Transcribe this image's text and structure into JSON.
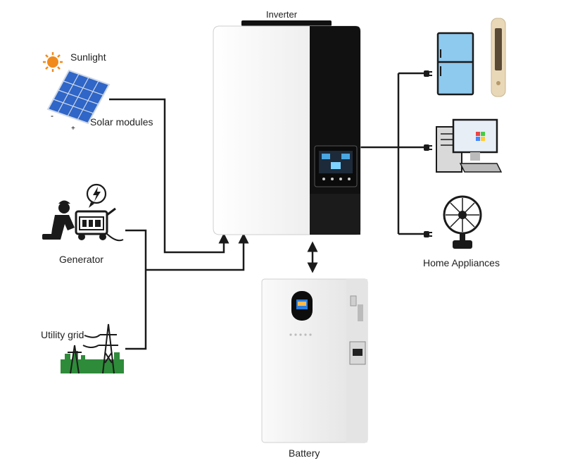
{
  "labels": {
    "inverter": "Inverter",
    "sunlight": "Sunlight",
    "solar_modules": "Solar modules",
    "generator": "Generator",
    "utility_grid": "Utility grid",
    "battery": "Battery",
    "home_appliances": "Home Appliances"
  },
  "colors": {
    "line": "#1a1a1a",
    "inverter_body": "#f4f4f4",
    "inverter_panel": "#111111",
    "solar_blue": "#2f66c8",
    "fridge_blue": "#8ec9ee",
    "grass_green": "#2e8b3a",
    "battery_body": "#f3f3f3"
  },
  "icons": [
    "sun-icon",
    "solar-panel-icon",
    "generator-icon",
    "lightning-icon",
    "utility-tower-icon",
    "fridge-icon",
    "air-conditioner-icon",
    "computer-icon",
    "fan-icon",
    "plug-icon"
  ]
}
